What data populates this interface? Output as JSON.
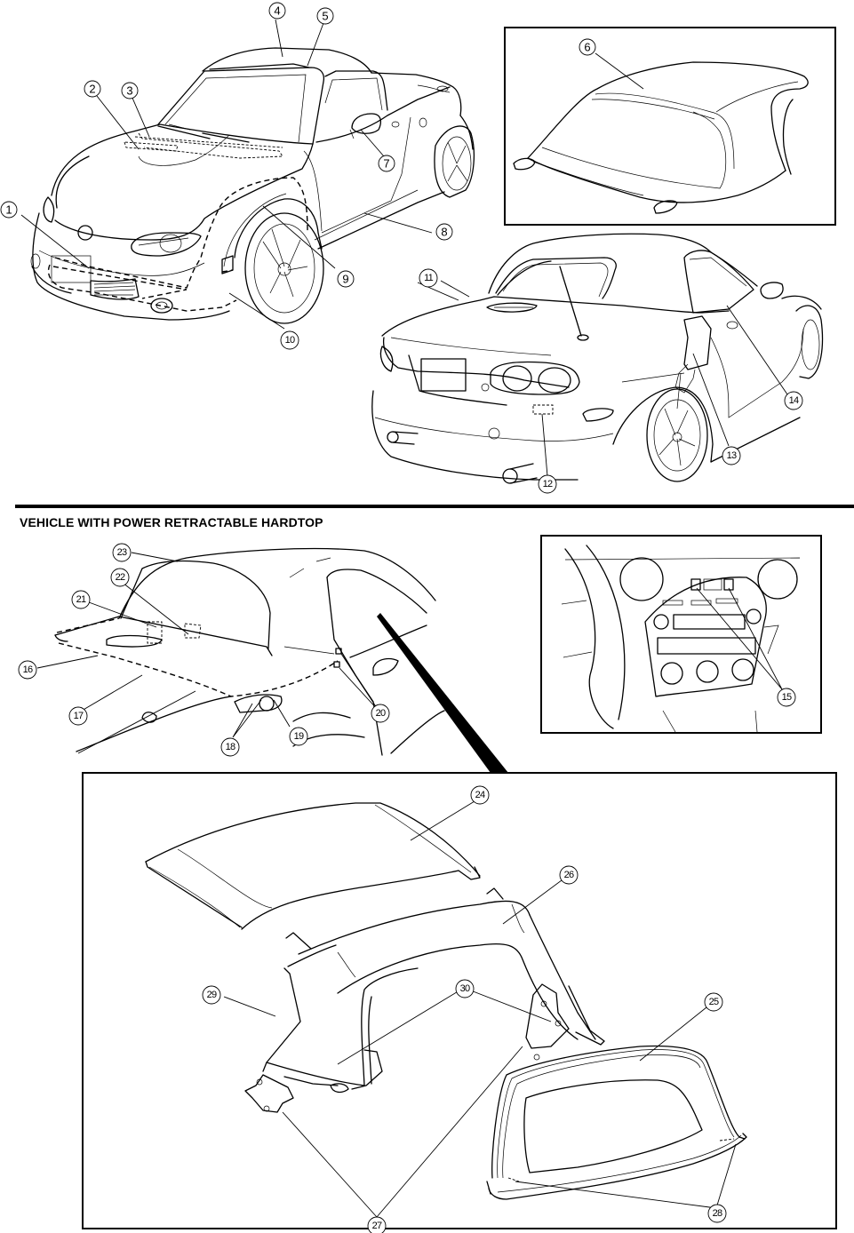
{
  "section_heading": "VEHICLE WITH POWER RETRACTABLE HARDTOP",
  "callouts": {
    "c1": "1",
    "c2": "2",
    "c3": "3",
    "c4": "4",
    "c5": "5",
    "c6": "6",
    "c7": "7",
    "c8": "8",
    "c9": "9",
    "c10": "10",
    "c11": "11",
    "c12": "12",
    "c13": "13",
    "c14": "14",
    "c15": "15",
    "c16": "16",
    "c17": "17",
    "c18": "18",
    "c19": "19",
    "c20": "20",
    "c21": "21",
    "c22": "22",
    "c23": "23",
    "c24": "24",
    "c25": "25",
    "c26": "26",
    "c27": "27",
    "c28": "28",
    "c29": "29",
    "c30": "30"
  },
  "panels": [
    {
      "id": "front-view",
      "subject": "front three-quarter view of vehicle"
    },
    {
      "id": "soft-top-inset",
      "subject": "soft top"
    },
    {
      "id": "rear-view",
      "subject": "rear three-quarter view of vehicle"
    },
    {
      "id": "prht-side-view",
      "subject": "power retractable hardtop side view"
    },
    {
      "id": "dashboard-inset",
      "subject": "center console switches"
    },
    {
      "id": "hardtop-exploded-inset",
      "subject": "hardtop components"
    }
  ]
}
